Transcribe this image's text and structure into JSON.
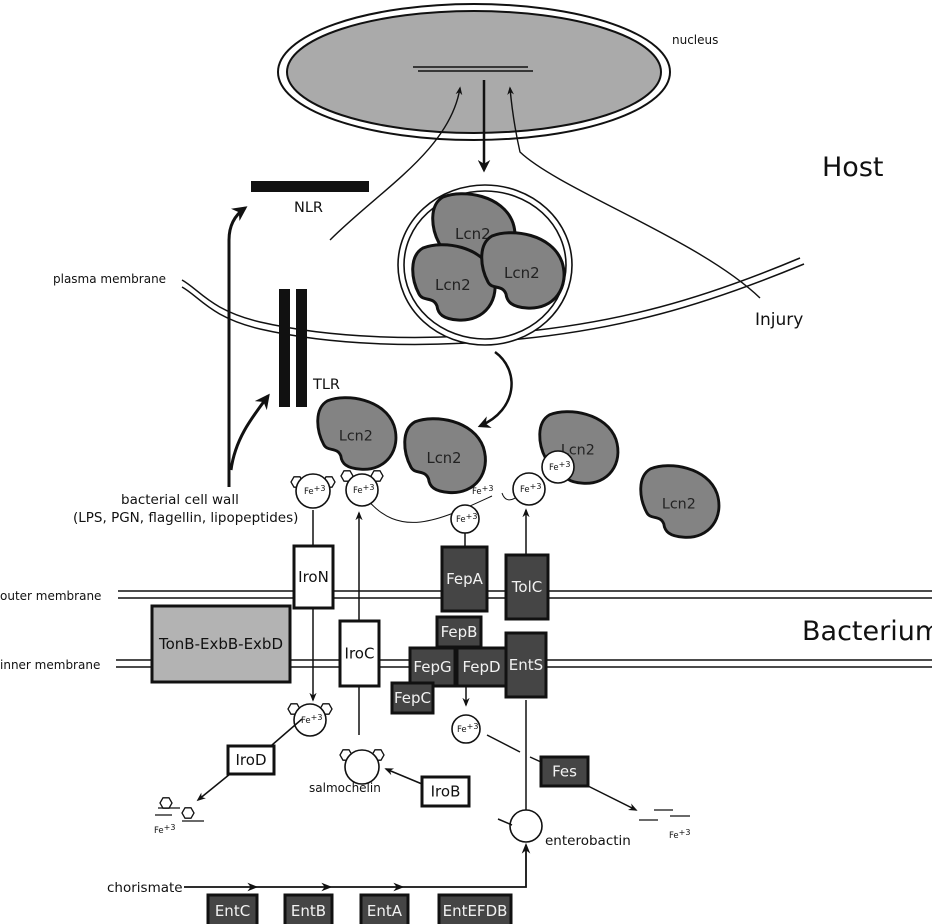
{
  "colors": {
    "dark_box": "#454545",
    "light_box": "#b3b3b3",
    "nucleus_fill": "#aaaaaa",
    "lcn2_fill": "#838383",
    "stroke": "#111111"
  },
  "regions": {
    "host": "Host",
    "bacterium": "Bacterium",
    "injury": "Injury"
  },
  "labels": {
    "nucleus": "nucleus",
    "nlr": "NLR",
    "tlr": "TLR",
    "plasma_membrane": "plasma membrane",
    "outer_membrane": "outer membrane",
    "inner_membrane": "inner membrane",
    "cell_wall_line1": "bacterial cell wall",
    "cell_wall_line2": "(LPS, PGN, flagellin, lipopeptides)",
    "salmochelin": "salmochelin",
    "enterobactin": "enterobactin",
    "chorismate": "chorismate",
    "iron": "Fe+3",
    "iron_base": "Fe",
    "iron_sup": "+3"
  },
  "lcn2": {
    "label": "Lcn2",
    "vesicle_count": 3,
    "extracellular_count": 4
  },
  "proteins": {
    "tonb": "TonB-ExbB-ExbD",
    "iron": "IroN",
    "iroc": "IroC",
    "irod": "IroD",
    "irob": "IroB",
    "fepa": "FepA",
    "fepb": "FepB",
    "fepg": "FepG",
    "fepd": "FepD",
    "fepc": "FepC",
    "tolc": "TolC",
    "ents": "EntS",
    "fes": "Fes"
  },
  "pathway": {
    "steps": [
      "EntC",
      "EntB",
      "EntA",
      "EntEFDB"
    ]
  }
}
